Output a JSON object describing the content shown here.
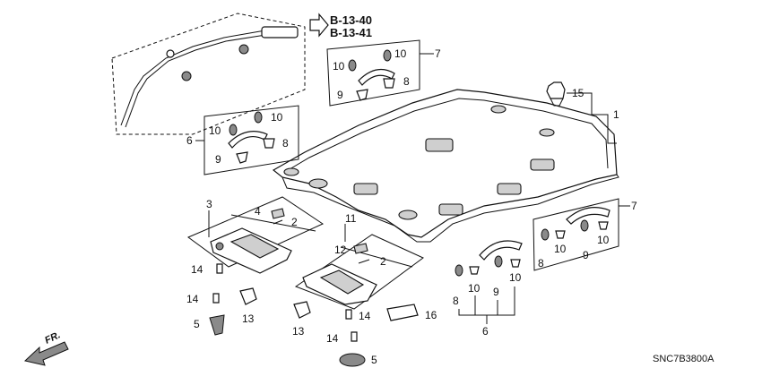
{
  "references": {
    "primary": "B-13-40",
    "secondary": "B-13-41"
  },
  "callouts": {
    "c1": "1",
    "c15": "15",
    "c7_top": "7",
    "c10_top_a": "10",
    "c10_top_b": "10",
    "c9_top": "9",
    "c8_top": "8",
    "c6_left": "6",
    "c10_left_a": "10",
    "c10_left_b": "10",
    "c8_left": "8",
    "c9_left": "9",
    "c3": "3",
    "c4": "4",
    "c2_a": "2",
    "c14_a": "14",
    "c14_b": "14",
    "c13_a": "13",
    "c5_a": "5",
    "c11": "11",
    "c12": "12",
    "c2_b": "2",
    "c14_c": "14",
    "c13_b": "13",
    "c14_d": "14",
    "c5_b": "5",
    "c16": "16",
    "c7_right": "7",
    "c10_right_a": "10",
    "c10_right_b": "10",
    "c8_right": "8",
    "c9_right": "9",
    "c10_low_a": "10",
    "c10_low_b": "10",
    "c8_low": "8",
    "c9_low": "9",
    "c6_low": "6"
  },
  "diagram_code": "SNC7B3800A",
  "direction_label": "FR."
}
